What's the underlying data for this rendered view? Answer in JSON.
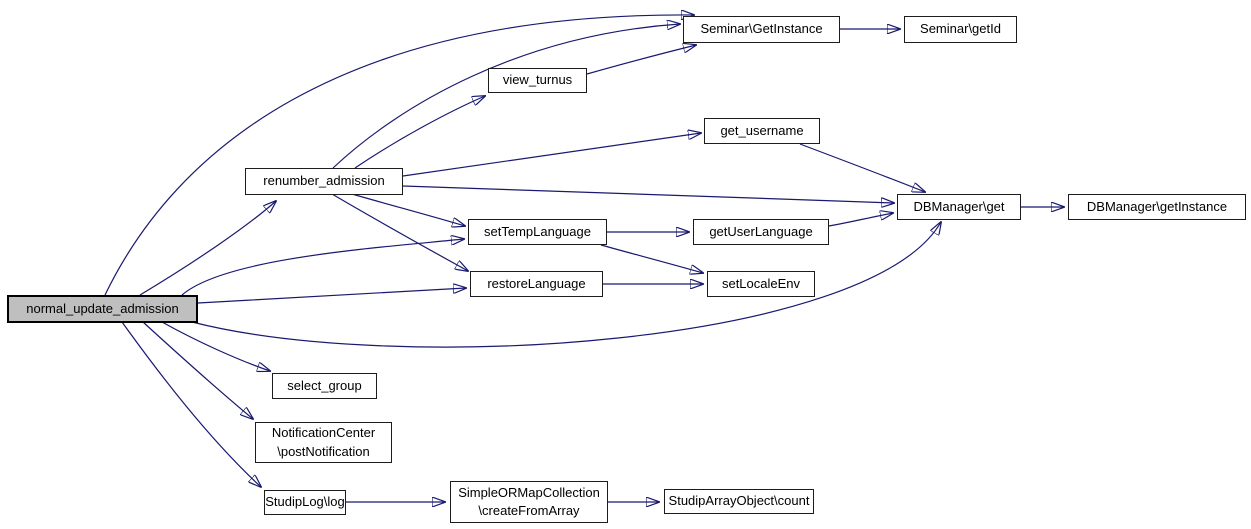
{
  "diagram": {
    "kind": "function-call-graph",
    "colors": {
      "edge": "#191970",
      "node_fill": "#ffffff",
      "node_border": "#1c1c1c",
      "current_node_fill": "#bfbfbf"
    },
    "nodes": [
      {
        "id": "normal_update_admission",
        "label": "normal_update_admission",
        "current": true
      },
      {
        "id": "renumber_admission",
        "label": "renumber_admission",
        "current": false
      },
      {
        "id": "view_turnus",
        "label": "view_turnus",
        "current": false
      },
      {
        "id": "seminar_getinstance",
        "label": "Seminar\\GetInstance",
        "current": false
      },
      {
        "id": "seminar_getid",
        "label": "Seminar\\getId",
        "current": false
      },
      {
        "id": "get_username",
        "label": "get_username",
        "current": false
      },
      {
        "id": "settemplanguage",
        "label": "setTempLanguage",
        "current": false
      },
      {
        "id": "getuserlanguage",
        "label": "getUserLanguage",
        "current": false
      },
      {
        "id": "restorelanguage",
        "label": "restoreLanguage",
        "current": false
      },
      {
        "id": "setlocaleenv",
        "label": "setLocaleEnv",
        "current": false
      },
      {
        "id": "dbmanager_get",
        "label": "DBManager\\get",
        "current": false
      },
      {
        "id": "dbmanager_getinstance",
        "label": "DBManager\\getInstance",
        "current": false
      },
      {
        "id": "select_group",
        "label": "select_group",
        "current": false
      },
      {
        "id": "notificationcenter_postnotification",
        "label": "NotificationCenter\n\\postNotification",
        "current": false
      },
      {
        "id": "studiplog_log",
        "label": "StudipLog\\log",
        "current": false
      },
      {
        "id": "simpleormapcollection_createfromarray",
        "label": "SimpleORMapCollection\n\\createFromArray",
        "current": false
      },
      {
        "id": "studiparrayobject_count",
        "label": "StudipArrayObject\\count",
        "current": false
      }
    ],
    "edges": [
      {
        "from": "normal_update_admission",
        "to": "seminar_getinstance"
      },
      {
        "from": "normal_update_admission",
        "to": "renumber_admission"
      },
      {
        "from": "normal_update_admission",
        "to": "settemplanguage"
      },
      {
        "from": "normal_update_admission",
        "to": "restorelanguage"
      },
      {
        "from": "normal_update_admission",
        "to": "dbmanager_get"
      },
      {
        "from": "normal_update_admission",
        "to": "select_group"
      },
      {
        "from": "normal_update_admission",
        "to": "notificationcenter_postnotification"
      },
      {
        "from": "normal_update_admission",
        "to": "studiplog_log"
      },
      {
        "from": "renumber_admission",
        "to": "seminar_getinstance"
      },
      {
        "from": "renumber_admission",
        "to": "view_turnus"
      },
      {
        "from": "renumber_admission",
        "to": "get_username"
      },
      {
        "from": "renumber_admission",
        "to": "dbmanager_get"
      },
      {
        "from": "renumber_admission",
        "to": "settemplanguage"
      },
      {
        "from": "renumber_admission",
        "to": "restorelanguage"
      },
      {
        "from": "view_turnus",
        "to": "seminar_getinstance"
      },
      {
        "from": "seminar_getinstance",
        "to": "seminar_getid"
      },
      {
        "from": "get_username",
        "to": "dbmanager_get"
      },
      {
        "from": "settemplanguage",
        "to": "getuserlanguage"
      },
      {
        "from": "settemplanguage",
        "to": "setlocaleenv"
      },
      {
        "from": "restorelanguage",
        "to": "setlocaleenv"
      },
      {
        "from": "getuserlanguage",
        "to": "dbmanager_get"
      },
      {
        "from": "dbmanager_get",
        "to": "dbmanager_getinstance"
      },
      {
        "from": "studiplog_log",
        "to": "simpleormapcollection_createfromarray"
      },
      {
        "from": "simpleormapcollection_createfromarray",
        "to": "studiparrayobject_count"
      }
    ]
  }
}
